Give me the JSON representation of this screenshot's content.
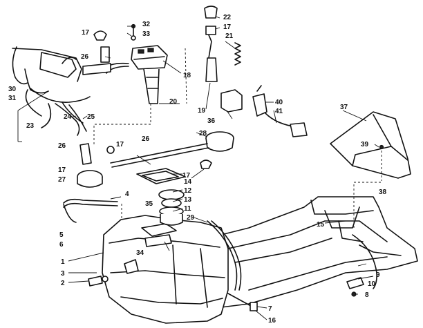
{
  "callouts": {
    "c1": "1",
    "c2": "2",
    "c3": "3",
    "c4": "4",
    "c5": "5",
    "c6": "6",
    "c7": "7",
    "c8": "8",
    "c9": "9",
    "c10": "10",
    "c11": "11",
    "c12": "12",
    "c13": "13",
    "c14": "14",
    "c15": "15",
    "c16": "16",
    "c17a": "17",
    "c17b": "17",
    "c17c": "17",
    "c17d": "17",
    "c17e": "17",
    "c18": "18",
    "c19": "19",
    "c20": "20",
    "c21": "21",
    "c22": "22",
    "c23": "23",
    "c24": "24",
    "c25": "25",
    "c26a": "26",
    "c26b": "26",
    "c26c": "26",
    "c27": "27",
    "c28": "28",
    "c29": "29",
    "c30": "30",
    "c31": "31",
    "c32": "32",
    "c33": "33",
    "c34": "34",
    "c35": "35",
    "c36": "36",
    "c37": "37",
    "c38": "38",
    "c39": "39",
    "c40": "40",
    "c41": "41"
  }
}
